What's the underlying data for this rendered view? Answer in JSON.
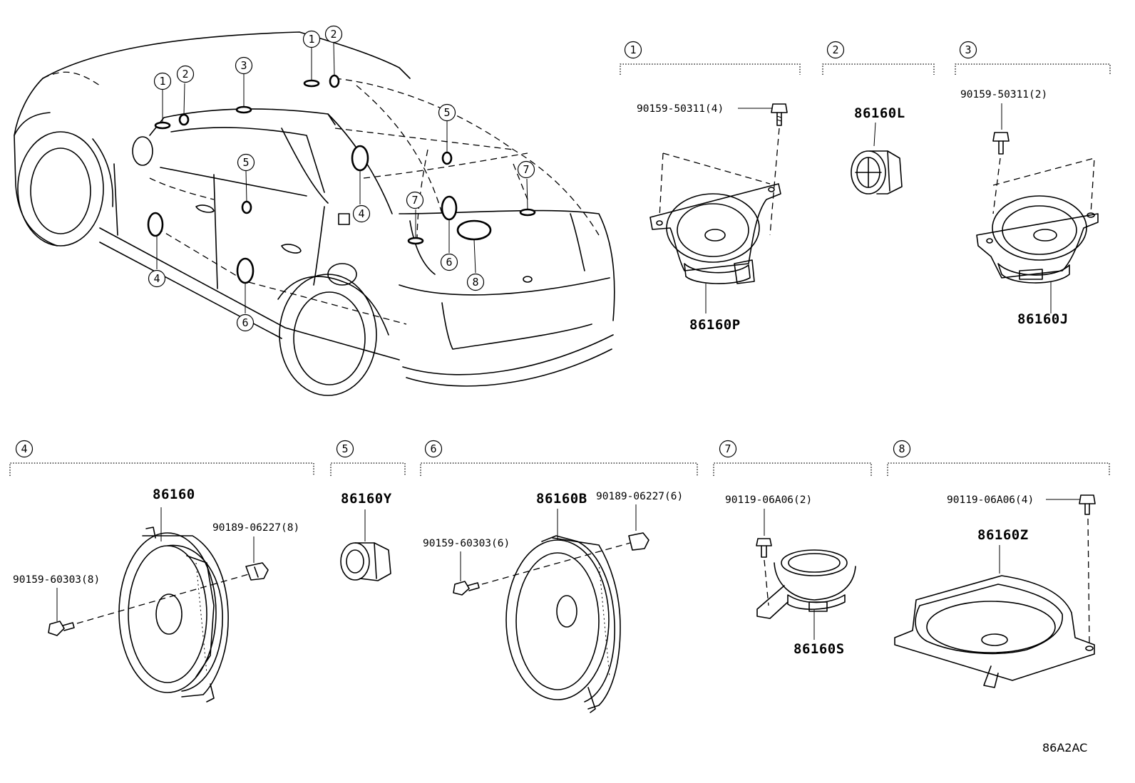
{
  "car_callouts": [
    {
      "id": "c1a",
      "label": "1"
    },
    {
      "id": "c2a",
      "label": "2"
    },
    {
      "id": "c3",
      "label": "3"
    },
    {
      "id": "c1b",
      "label": "1"
    },
    {
      "id": "c2b",
      "label": "2"
    },
    {
      "id": "c5a",
      "label": "5"
    },
    {
      "id": "c5b",
      "label": "5"
    },
    {
      "id": "c4a",
      "label": "4"
    },
    {
      "id": "c4b",
      "label": "4"
    },
    {
      "id": "c7a",
      "label": "7"
    },
    {
      "id": "c7b",
      "label": "7"
    },
    {
      "id": "c6a",
      "label": "6"
    },
    {
      "id": "c6b",
      "label": "6"
    },
    {
      "id": "c8",
      "label": "8"
    }
  ],
  "groups": [
    {
      "label": "1",
      "part": "86160P",
      "fasteners": [
        "90159-50311(4)"
      ]
    },
    {
      "label": "2",
      "part": "86160L",
      "fasteners": []
    },
    {
      "label": "3",
      "part": "86160J",
      "fasteners": [
        "90159-50311(2)"
      ]
    },
    {
      "label": "4",
      "part": "86160",
      "fasteners": [
        "90189-06227(8)",
        "90159-60303(8)"
      ]
    },
    {
      "label": "5",
      "part": "86160Y",
      "fasteners": []
    },
    {
      "label": "6",
      "part": "86160B",
      "fasteners": [
        "90189-06227(6)",
        "90159-60303(6)"
      ]
    },
    {
      "label": "7",
      "part": "86160S",
      "fasteners": [
        "90119-06A06(2)"
      ]
    },
    {
      "label": "8",
      "part": "86160Z",
      "fasteners": [
        "90119-06A06(4)"
      ]
    }
  ],
  "diagram_code": "86A2AC"
}
